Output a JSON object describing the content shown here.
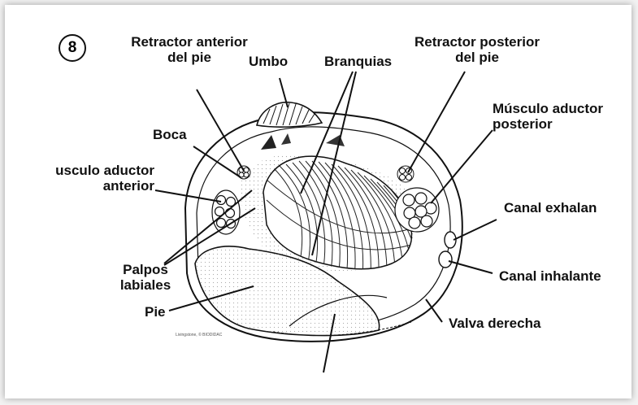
{
  "figure": {
    "badge": "8",
    "labels": {
      "retractor_anterior_line1": "Retractor anterior",
      "retractor_anterior_line2": "del pie",
      "umbo": "Umbo",
      "branquias": "Branquias",
      "retractor_posterior_line1": "Retractor posterior",
      "retractor_posterior_line2": "del pie",
      "musculo_aductor_posterior_line1": "Músculo aductor",
      "musculo_aductor_posterior_line2": "posterior",
      "boca": "Boca",
      "musculo_aductor_anterior_line1": "usculo aductor",
      "musculo_aductor_anterior_line2": "anterior",
      "canal_exhalante": "Canal  exhalan",
      "canal_inhalante": "Canal  inhalante",
      "palpos_line1": "Palpos",
      "palpos_line2": "labiales",
      "pie": "Pie",
      "valva_derecha": "Valva  derecha"
    },
    "credit": "Livingstone, © BIODIDAC"
  }
}
